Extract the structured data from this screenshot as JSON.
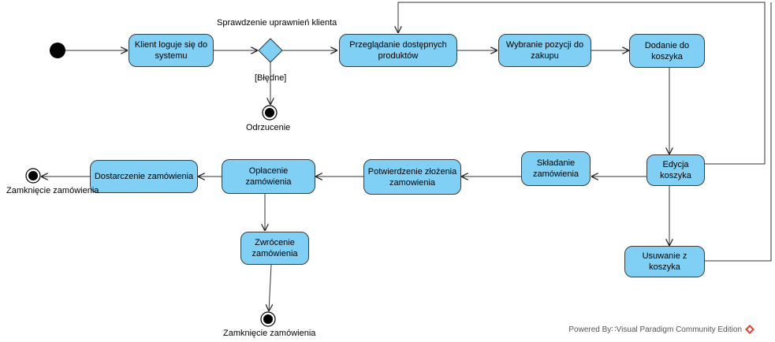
{
  "diagram": {
    "activities": {
      "login": "Klient loguje się do systemu",
      "browse": "Przeglądanie dostępnych produktów",
      "select": "Wybranie pozycji do zakupu",
      "add_cart": "Dodanie do koszyka",
      "edit_cart": "Edycja koszyka",
      "remove_cart": "Usuwanie z koszyka",
      "place_order": "Składanie zamówienia",
      "confirm_order": "Potwierdzenie złożenia zamowienia",
      "pay_order": "Opłacenie zamówienia",
      "deliver_order": "Dostarczenie zamówienia",
      "return_order": "Zwrócenie zamówienia"
    },
    "labels": {
      "decision_check": "Sprawdzenie uprawnień klienta",
      "guard_wrong": "[Błędne]",
      "rejection": "Odrzucenie",
      "closing_left": "Zamknięcie zamówienia",
      "closing_bottom": "Zamknięcie zamówienia"
    },
    "footer": {
      "text": "Powered By∷Visual Paradigm Community Edition"
    },
    "colors": {
      "activity_fill": "#7fd0f4",
      "border": "#3d3d3d",
      "logo": "#e0443a"
    }
  }
}
